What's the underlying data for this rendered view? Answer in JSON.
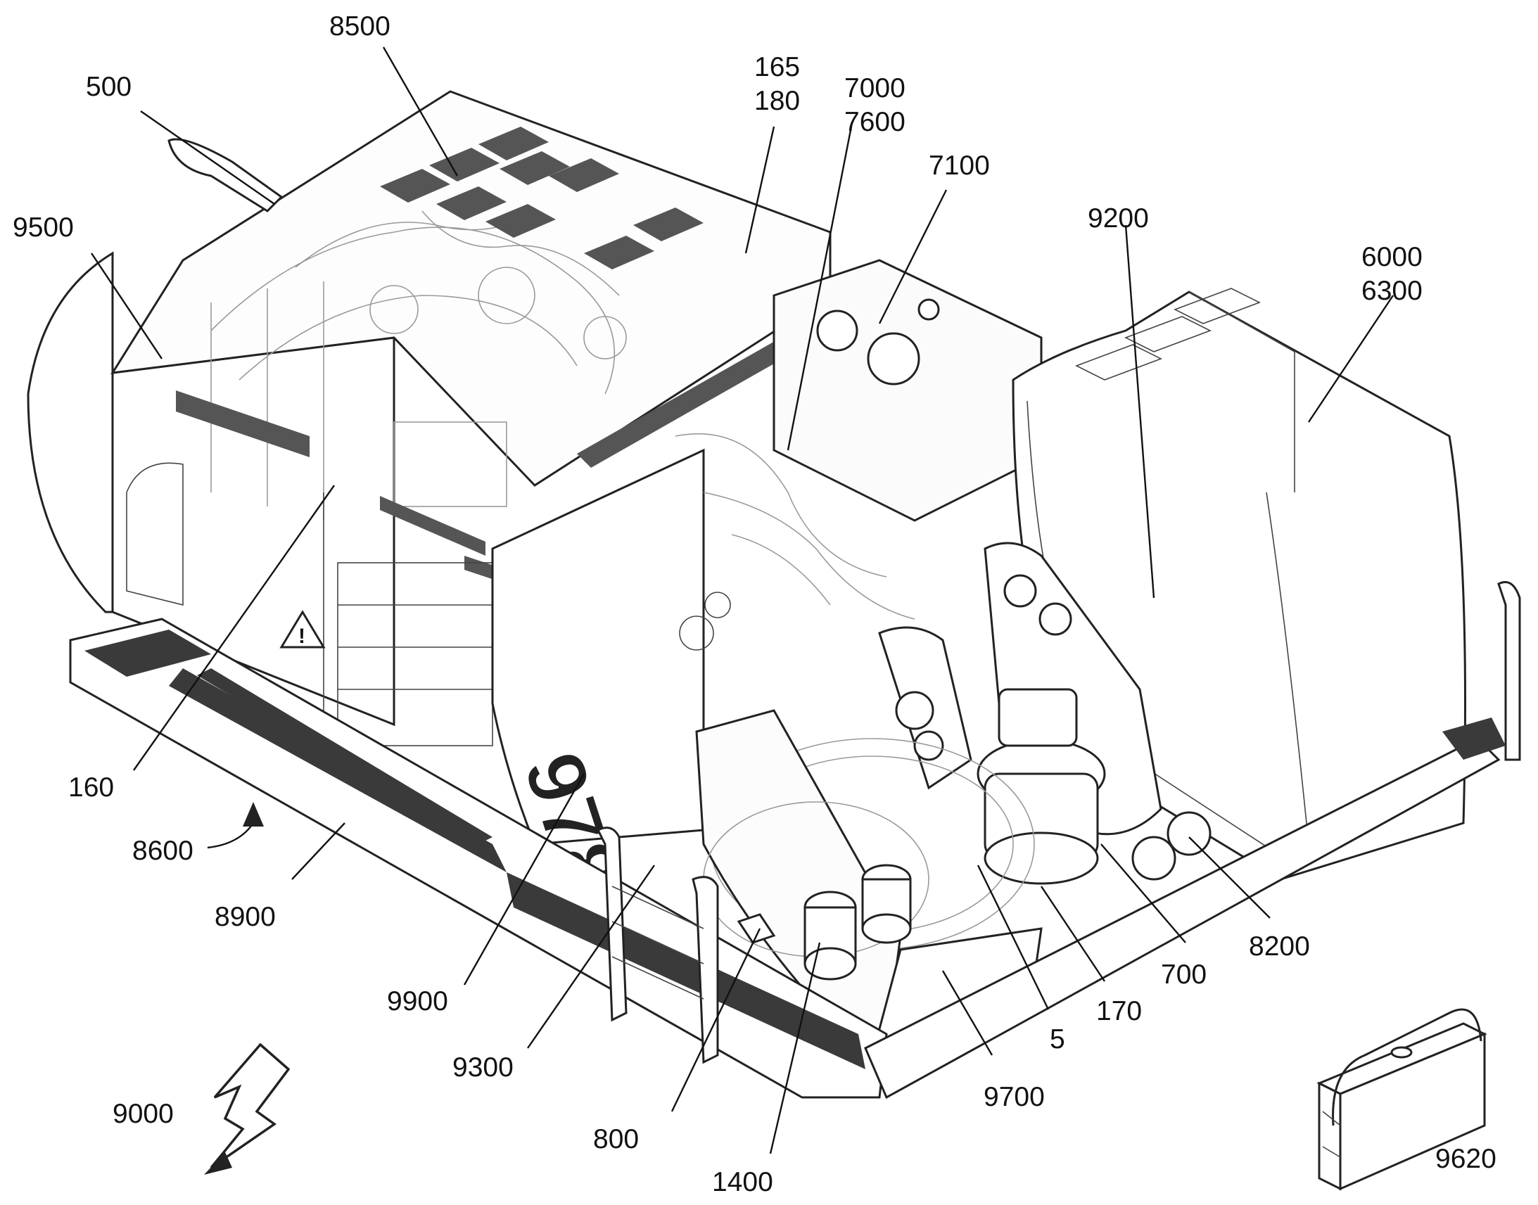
{
  "figure": {
    "model_badge": "978",
    "labels": [
      {
        "id": "l500",
        "text": "500"
      },
      {
        "id": "l8500",
        "text": "8500"
      },
      {
        "id": "l165",
        "text": "165"
      },
      {
        "id": "l180",
        "text": "180"
      },
      {
        "id": "l7000",
        "text": "7000"
      },
      {
        "id": "l7600",
        "text": "7600"
      },
      {
        "id": "l7100",
        "text": "7100"
      },
      {
        "id": "l9500",
        "text": "9500"
      },
      {
        "id": "l9200",
        "text": "9200"
      },
      {
        "id": "l6000",
        "text": "6000"
      },
      {
        "id": "l6300",
        "text": "6300"
      },
      {
        "id": "l160",
        "text": "160"
      },
      {
        "id": "l8600",
        "text": "8600"
      },
      {
        "id": "l8900",
        "text": "8900"
      },
      {
        "id": "l9900",
        "text": "9900"
      },
      {
        "id": "l9300",
        "text": "9300"
      },
      {
        "id": "l800",
        "text": "800"
      },
      {
        "id": "l1400",
        "text": "1400"
      },
      {
        "id": "l9700",
        "text": "9700"
      },
      {
        "id": "l5",
        "text": "5"
      },
      {
        "id": "l170",
        "text": "170"
      },
      {
        "id": "l700",
        "text": "700"
      },
      {
        "id": "l8200",
        "text": "8200"
      },
      {
        "id": "l9000",
        "text": "9000"
      },
      {
        "id": "l9620",
        "text": "9620"
      }
    ]
  }
}
